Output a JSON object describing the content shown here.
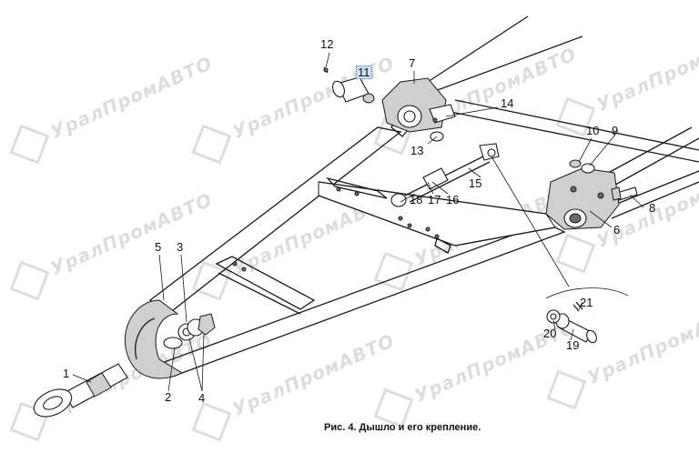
{
  "watermark": "УралПромАВТО",
  "caption": "Рис. 4. Дышло и его крепление.",
  "callouts": [
    "1",
    "2",
    "3",
    "4",
    "5",
    "6",
    "7",
    "8",
    "9",
    "10",
    "11",
    "12",
    "13",
    "14",
    "15",
    "16",
    "17",
    "18",
    "19",
    "20",
    "21"
  ]
}
